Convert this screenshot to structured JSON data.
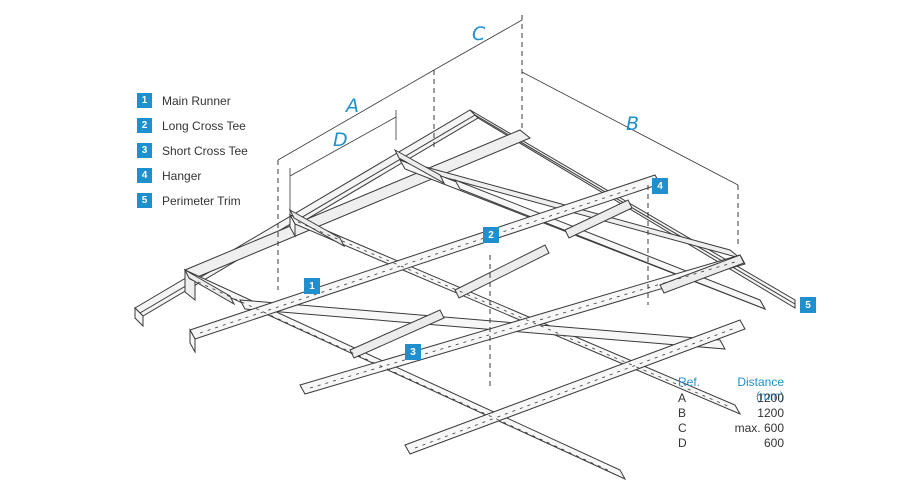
{
  "legend": [
    {
      "num": "1",
      "label": "Main Runner"
    },
    {
      "num": "2",
      "label": "Long Cross Tee"
    },
    {
      "num": "3",
      "label": "Short Cross Tee"
    },
    {
      "num": "4",
      "label": "Hanger"
    },
    {
      "num": "5",
      "label": "Perimeter Trim"
    }
  ],
  "callouts": {
    "c1": "1",
    "c2": "2",
    "c3": "3",
    "c4": "4",
    "c5": "5"
  },
  "dimension_letters": {
    "a": "A",
    "b": "B",
    "c": "C",
    "d": "D"
  },
  "table": {
    "header_ref": "Ref.",
    "header_distance": "Distance (mm)",
    "rows": [
      {
        "ref": "A",
        "distance": "1200"
      },
      {
        "ref": "B",
        "distance": "1200"
      },
      {
        "ref": "C",
        "distance": "max. 600"
      },
      {
        "ref": "D",
        "distance": "600"
      }
    ]
  },
  "colors": {
    "accent": "#1f8fce",
    "line": "#3a3a3a"
  }
}
